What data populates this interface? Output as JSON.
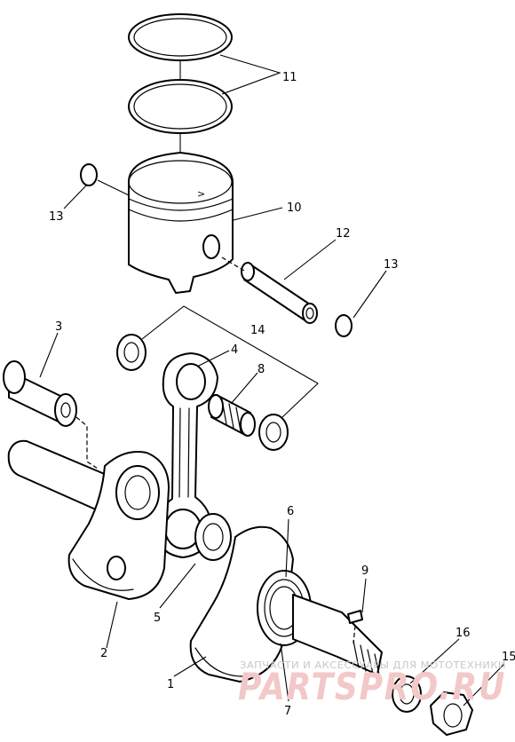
{
  "diagram": {
    "callouts": {
      "c1": "1",
      "c2": "2",
      "c3": "3",
      "c4": "4",
      "c5": "5",
      "c6": "6",
      "c7": "7",
      "c8": "8",
      "c9": "9",
      "c10": "10",
      "c11": "11",
      "c12": "12",
      "c13a": "13",
      "c13b": "13",
      "c14": "14",
      "c15": "15",
      "c16": "16"
    },
    "piston_mark": ">"
  },
  "watermark": {
    "tagline": "ЗАПЧАСТИ И АКСЕССУАРЫ ДЛЯ МОТОТЕХНИКИ",
    "brand": "PARTSPRO.RU"
  },
  "colors": {
    "line": "#000000",
    "background": "#ffffff",
    "watermark_brand": "#f2c8c8",
    "watermark_tagline": "#c8c8c8"
  }
}
